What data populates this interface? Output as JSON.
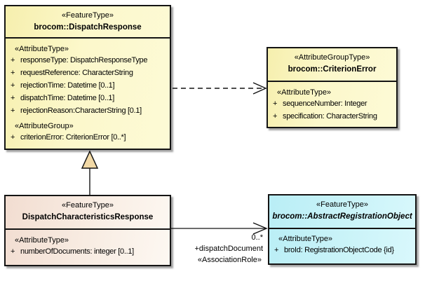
{
  "symbols": {
    "plus": "+"
  },
  "colors": {
    "class_yellow": "#FCF8CB",
    "class_pink": "#F8ECE2",
    "class_cyan": "#C9F3F8",
    "triangle_tan": "#F2D9A6",
    "border_black": "#141414",
    "background": "#FFFFFF"
  },
  "dispatch_response": {
    "stereotype": "«FeatureType»",
    "name": "brocom::DispatchResponse",
    "attr_section_label": "«AttributeType»",
    "attributes": [
      "responseType: DispatchResponseType",
      "requestReference: CharacterString",
      "rejectionTime: Datetime [0..1]",
      "dispatchTime: Datetime [0..1]",
      "rejectionReason:CharacterString [0.1]"
    ],
    "group_section_label": "«AttributeGroup»",
    "group_attributes": [
      "criterionError: CriterionError [0..*]"
    ]
  },
  "criterion_error": {
    "stereotype": "«AttributeGroupType»",
    "name": "brocom::CriterionError",
    "attr_section_label": "«AttributeType»",
    "attributes": [
      "sequenceNumber: Integer",
      "specification: CharacterString"
    ]
  },
  "dispatch_characteristics_response": {
    "stereotype": "«FeatureType»",
    "name": "DispatchCharacteristicsResponse",
    "attr_section_label": "«AttributeType»",
    "attributes": [
      "numberOfDocuments: integer [0..1]"
    ]
  },
  "abstract_registration_object": {
    "stereotype": "«FeatureType»",
    "name": "brocom::AbstractRegistrationObject",
    "attr_section_label": "«AttributeType»",
    "attributes": [
      "broId: RegistrationObjectCode {id}"
    ]
  },
  "association": {
    "multiplicity": "0..*",
    "role_name": "+dispatchDocument",
    "stereotype": "«AssociationRole»"
  }
}
